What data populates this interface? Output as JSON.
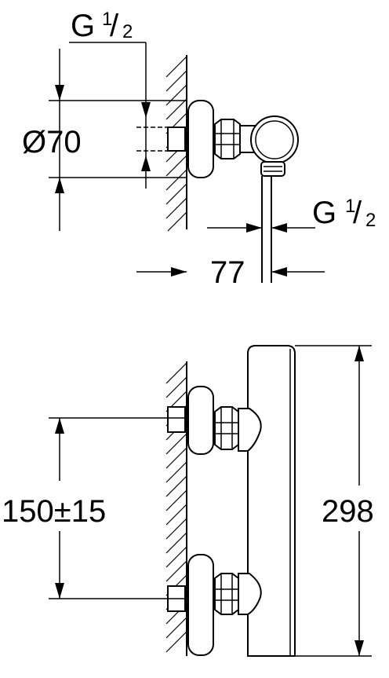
{
  "top_view": {
    "thread_top": {
      "main": "G",
      "frac_num": "1",
      "frac_slash": "/",
      "frac_den": "2"
    },
    "diameter_label": "Ø70",
    "thread_right": {
      "main": "G",
      "frac_num": "1",
      "frac_slash": "/",
      "frac_den": "2"
    },
    "depth_label": "77"
  },
  "front_view": {
    "spacing_label": "150±15",
    "height_label": "298"
  }
}
